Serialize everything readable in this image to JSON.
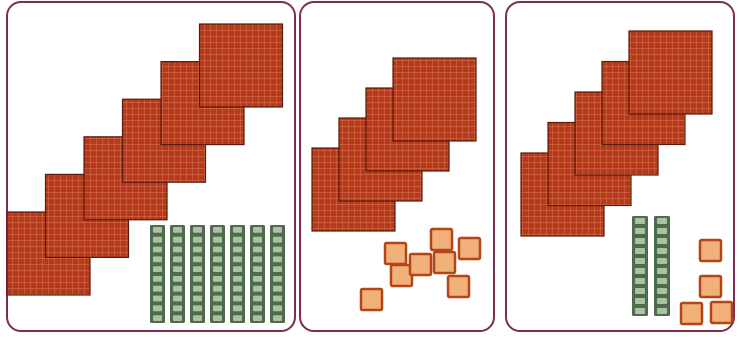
{
  "figure": {
    "panels": [
      {
        "id": "panel-1",
        "hundreds": 6,
        "tens": 7,
        "ones": 0
      },
      {
        "id": "panel-2",
        "hundreds": 4,
        "tens": 0,
        "ones": 8
      },
      {
        "id": "panel-3",
        "hundreds": 5,
        "tens": 2,
        "ones": 4
      }
    ],
    "colors": {
      "hundred_block": "#b5391c",
      "hundred_block_grid": "#e07a55",
      "ten_rod": "#4e6b4c",
      "ten_rod_cell": "#a9c2a2",
      "unit_cube_fill": "#f0b07a",
      "unit_cube_border": "#b54417",
      "card_border": "#7a2f52"
    }
  }
}
